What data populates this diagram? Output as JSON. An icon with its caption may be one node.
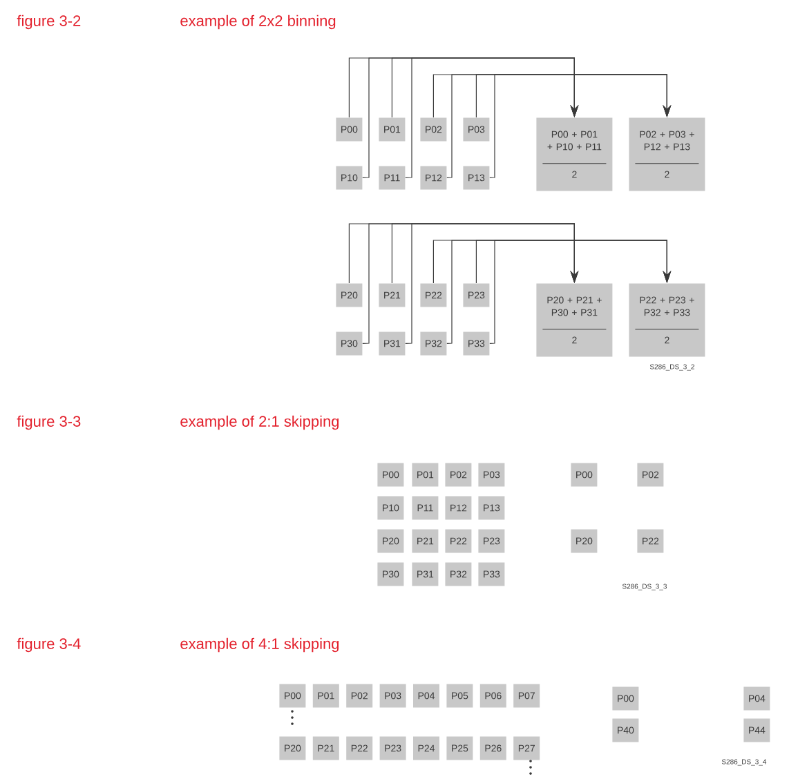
{
  "diagram": {
    "nodes": [
      {
        "text": [
          "P00"
        ]
      },
      {
        "text": [
          "P01"
        ]
      },
      {
        "text": [
          "P02"
        ]
      },
      {
        "text": [
          "P03"
        ]
      },
      {
        "text": [
          "P10"
        ]
      },
      {
        "text": [
          "P11"
        ]
      },
      {
        "text": [
          "P12"
        ]
      },
      {
        "text": [
          "P13"
        ]
      },
      {
        "text": [
          "P00 + P01 + P10 + P11",
          "2"
        ]
      },
      {
        "text": [
          "P02 + P03 + P12 + P13",
          "2"
        ]
      },
      {
        "text": [
          "P20"
        ]
      },
      {
        "text": [
          "P21"
        ]
      },
      {
        "text": [
          "P22"
        ]
      },
      {
        "text": [
          "P23"
        ]
      },
      {
        "text": [
          "P30"
        ]
      },
      {
        "text": [
          "P31"
        ]
      },
      {
        "text": [
          "P32"
        ]
      },
      {
        "text": [
          "P33"
        ]
      },
      {
        "text": [
          "P20 + P21 + P30 + P31",
          "2"
        ]
      },
      {
        "text": [
          "P22 + P23 + P32 + P33",
          "2"
        ]
      },
      {
        "text": [
          "P00"
        ]
      },
      {
        "text": [
          "P01"
        ]
      },
      {
        "text": [
          "P02"
        ]
      },
      {
        "text": [
          "P03"
        ]
      },
      {
        "text": [
          "P10"
        ]
      },
      {
        "text": [
          "P11"
        ]
      },
      {
        "text": [
          "P12"
        ]
      },
      {
        "text": [
          "P13"
        ]
      },
      {
        "text": [
          "P20"
        ]
      },
      {
        "text": [
          "P21"
        ]
      },
      {
        "text": [
          "P22"
        ]
      },
      {
        "text": [
          "P23"
        ]
      },
      {
        "text": [
          "P30"
        ]
      },
      {
        "text": [
          "P31"
        ]
      },
      {
        "text": [
          "P32"
        ]
      },
      {
        "text": [
          "P33"
        ]
      },
      {
        "text": [
          "P00"
        ]
      },
      {
        "text": [
          "P02"
        ]
      },
      {
        "text": [
          "P20"
        ]
      },
      {
        "text": [
          "P22"
        ]
      },
      {
        "text": [
          "P00"
        ]
      },
      {
        "text": [
          "P01"
        ]
      },
      {
        "text": [
          "P02"
        ]
      },
      {
        "text": [
          "P03"
        ]
      },
      {
        "text": [
          "P04"
        ]
      },
      {
        "text": [
          "P05"
        ]
      },
      {
        "text": [
          "P06"
        ]
      },
      {
        "text": [
          "P07"
        ]
      },
      {
        "text": [
          "P20"
        ]
      },
      {
        "text": [
          "P21"
        ]
      },
      {
        "text": [
          "P22"
        ]
      },
      {
        "text": [
          "P23"
        ]
      },
      {
        "text": [
          "P24"
        ]
      },
      {
        "text": [
          "P25"
        ]
      },
      {
        "text": [
          "P26"
        ]
      },
      {
        "text": [
          "P27"
        ]
      },
      {
        "text": [
          "P00"
        ]
      },
      {
        "text": [
          "P04"
        ]
      },
      {
        "text": [
          "P40"
        ]
      },
      {
        "text": [
          "P44"
        ]
      }
    ],
    "edges": [
      {
        "from": 0,
        "to": 8,
        "arrow": "to"
      },
      {
        "from": 1,
        "to": 8,
        "arrow": "to"
      },
      {
        "from": 4,
        "to": 8,
        "arrow": "to"
      },
      {
        "from": 5,
        "to": 8,
        "arrow": "to"
      },
      {
        "from": 2,
        "to": 9,
        "arrow": "to"
      },
      {
        "from": 3,
        "to": 9,
        "arrow": "to"
      },
      {
        "from": 6,
        "to": 9,
        "arrow": "to"
      },
      {
        "from": 7,
        "to": 9,
        "arrow": "to"
      },
      {
        "from": 10,
        "to": 18,
        "arrow": "to"
      },
      {
        "from": 11,
        "to": 18,
        "arrow": "to"
      },
      {
        "from": 14,
        "to": 18,
        "arrow": "to"
      },
      {
        "from": 15,
        "to": 18,
        "arrow": "to"
      },
      {
        "from": 12,
        "to": 19,
        "arrow": "to"
      },
      {
        "from": 13,
        "to": 19,
        "arrow": "to"
      },
      {
        "from": 16,
        "to": 19,
        "arrow": "to"
      },
      {
        "from": 17,
        "to": 19,
        "arrow": "to"
      }
    ],
    "labels": [
      "figure 3-2",
      "example of 2x2 binning",
      "S286_DS_3_2",
      "figure 3-3",
      "example of 2:1 skipping",
      "S286_DS_3_3",
      "figure 3-4",
      "example of 4:1 skipping",
      "S286_DS_3_4"
    ]
  }
}
